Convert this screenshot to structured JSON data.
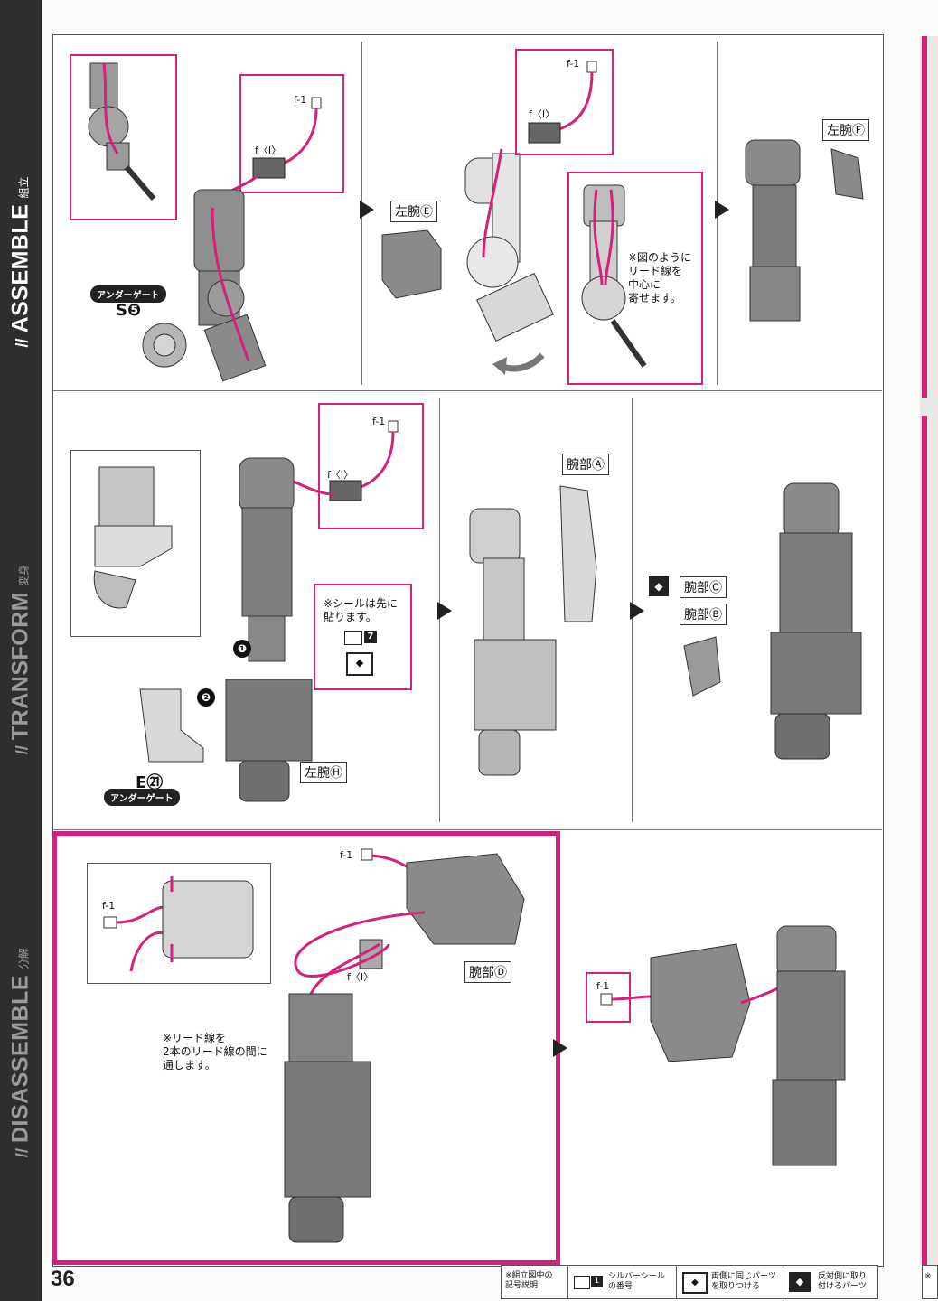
{
  "sidebar": {
    "assemble_en": "ASSEMBLE",
    "assemble_jp": "組立",
    "transform_en": "TRANSFORM",
    "transform_jp": "変身",
    "disassemble_en": "DISASSEMBLE",
    "disassemble_jp": "分解",
    "slash_mark": "//"
  },
  "page_number": "36",
  "common": {
    "lead_label": "f-1",
    "connector_label": "f〈I〉"
  },
  "row1": {
    "gate_badge": "アンダーゲート",
    "part_s5": "S❺",
    "left_arm_e": "左腕Ⓔ",
    "note_center": "※図のように\nリード線を\n中心に\n寄せます。",
    "left_arm_f": "左腕Ⓕ"
  },
  "row2": {
    "note_seal": "※シールは先に\n貼ります。",
    "seal_number": "7",
    "step1": "❶",
    "step2": "❷",
    "part_e21": "E㉑",
    "gate_badge": "アンダーゲート",
    "left_arm_h": "左腕Ⓗ",
    "arm_a": "腕部Ⓐ",
    "arm_c": "腕部Ⓒ",
    "arm_b": "腕部Ⓑ"
  },
  "row3": {
    "arm_d": "腕部Ⓓ",
    "note_lead": "※リード線を\n2本のリード線の間に\n通します。"
  },
  "legend": {
    "title": "※組立図中の\n記号説明",
    "silver_seal_num": "1",
    "silver_seal": "シルバーシール\nの番号",
    "both_sides": "両側に同じパーツ\nを取りつける",
    "opposite_side": "反対側に取り\n付けるパーツ",
    "truncated": "※"
  },
  "colors": {
    "accent": "#d6217c",
    "sidebar": "#2e2e2e",
    "part_gray": "#8a8a8a"
  }
}
